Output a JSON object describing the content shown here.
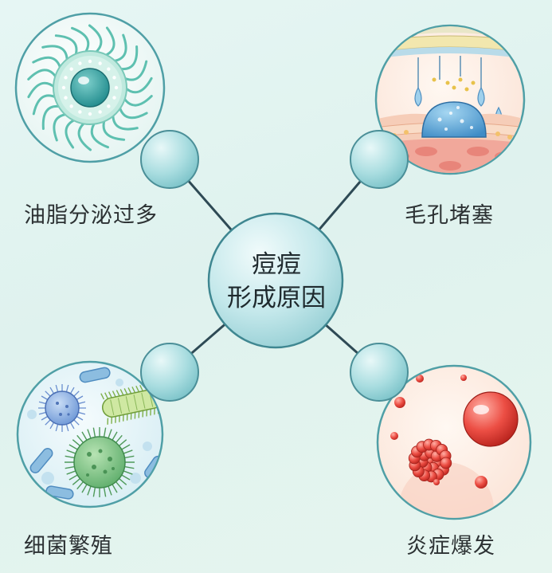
{
  "center": {
    "line1": "痘痘",
    "line2": "形成原因"
  },
  "nodes": [
    {
      "label": "油脂分泌过多",
      "icon": "sebaceous-cell-icon"
    },
    {
      "label": "毛孔堵塞",
      "icon": "clogged-pore-icon"
    },
    {
      "label": "细菌繁殖",
      "icon": "bacteria-icon"
    },
    {
      "label": "炎症爆发",
      "icon": "inflammation-icon"
    }
  ],
  "colors": {
    "connector": "#2e4a55",
    "node_fill": "#aee0e3",
    "center_fill": "#bfe6ea",
    "inflammation_red": "#e8453e",
    "bacteria_green": "#5fae6c"
  }
}
